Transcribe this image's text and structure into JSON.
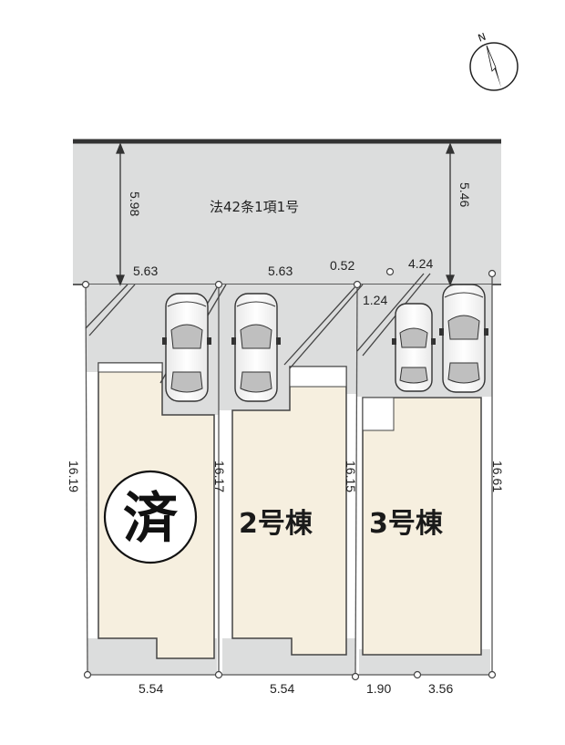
{
  "road": {
    "label": "法42条1項1号"
  },
  "north": {
    "label": "N"
  },
  "dimensions": {
    "road_width_left": "5.98",
    "road_width_right": "5.46",
    "front_lot1": "5.63",
    "front_lot2": "5.63",
    "front_offset": "0.52",
    "front_lot3": "4.24",
    "corner_small": "1.24",
    "depth_left": "16.19",
    "depth_1_2": "16.17",
    "depth_2_3": "16.15",
    "depth_right": "16.61",
    "rear_lot1": "5.54",
    "rear_lot2": "5.54",
    "rear_lot3a": "1.90",
    "rear_lot3b": "3.56"
  },
  "lots": [
    {
      "badge": "済"
    },
    {
      "label": "2号棟"
    },
    {
      "label": "3号棟"
    }
  ],
  "colors": {
    "road": "#dcdddd",
    "lot": "#f6efdf",
    "border": "#444444"
  }
}
